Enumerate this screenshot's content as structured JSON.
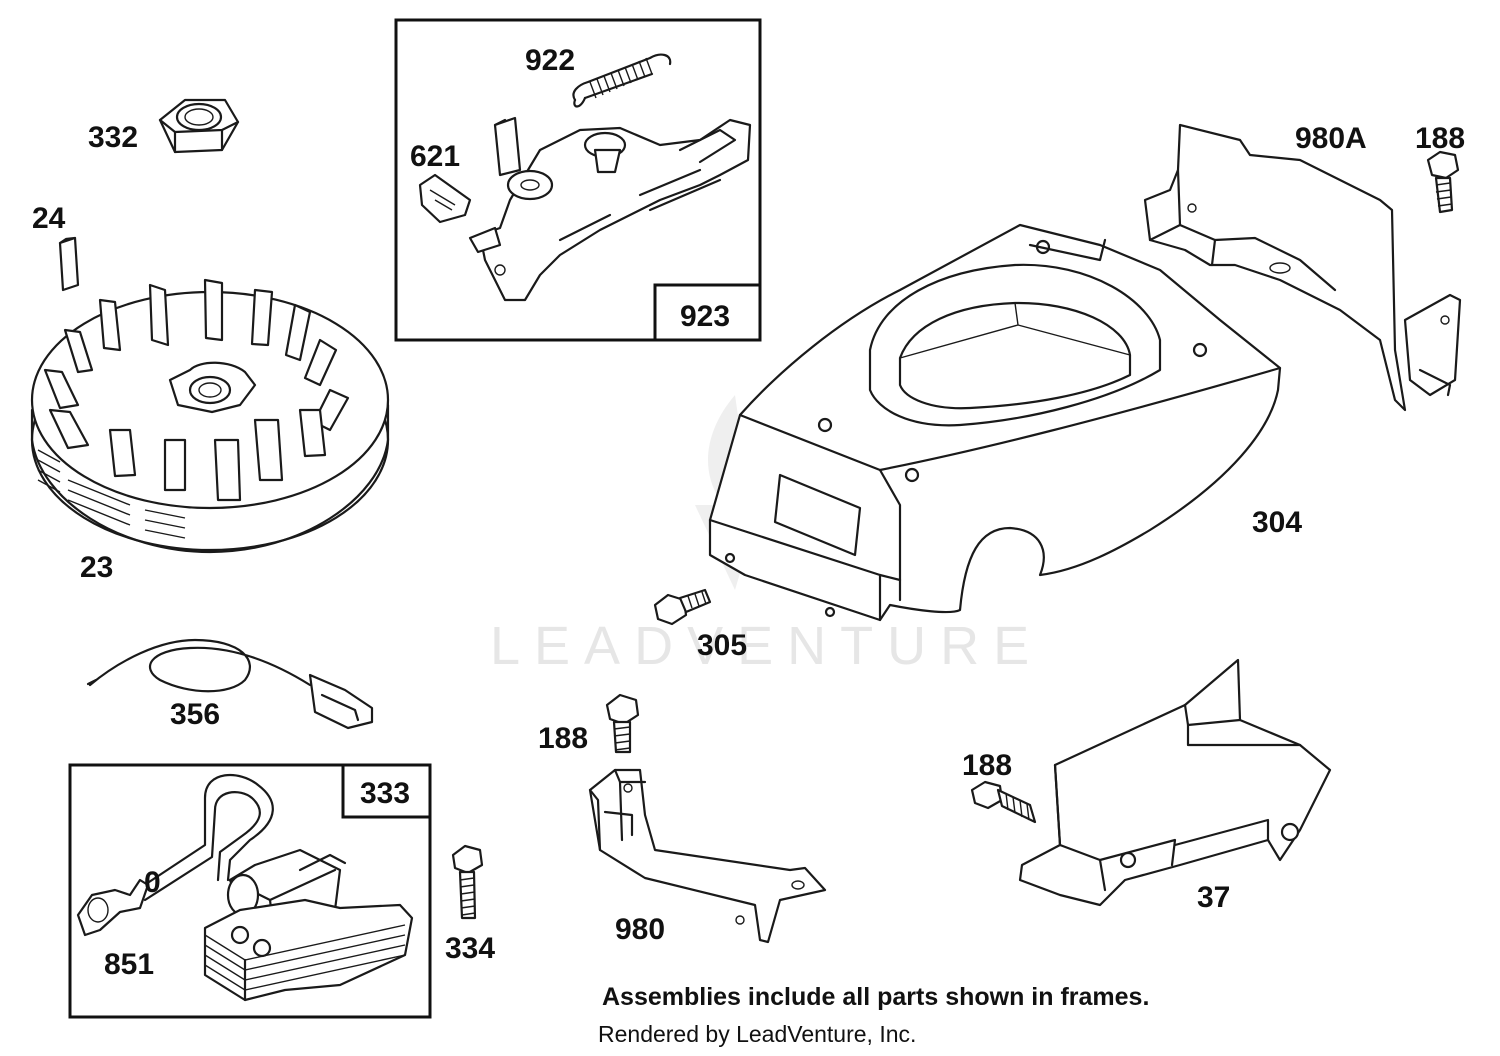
{
  "labels": {
    "p332": "332",
    "p24": "24",
    "p23": "23",
    "p356": "356",
    "p922": "922",
    "p621": "621",
    "p923": "923",
    "p980A": "980A",
    "p188a": "188",
    "p304": "304",
    "p305": "305",
    "p188b": "188",
    "p188c": "188",
    "p37": "37",
    "p980": "980",
    "p333": "333",
    "p334": "334",
    "p851": "851",
    "o_ring": "0"
  },
  "watermark": "LEADVENTURE",
  "footer": {
    "note": "Assemblies include all parts shown in frames.",
    "rendered_by": "Rendered by LeadVenture, Inc."
  }
}
